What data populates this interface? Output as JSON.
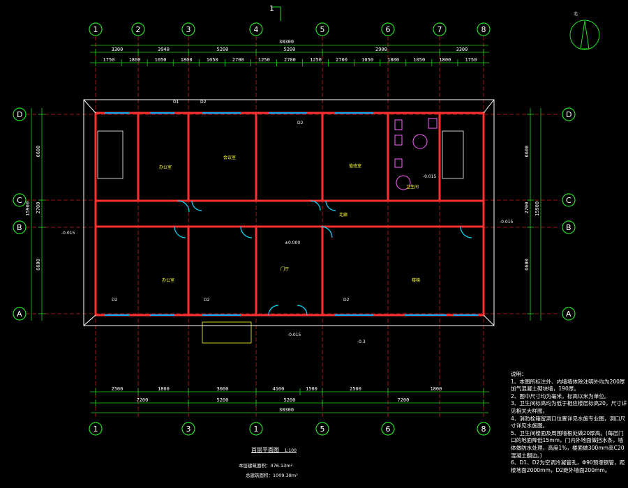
{
  "drawing": {
    "section_marker": "1",
    "north_marker": "北",
    "top_grids": [
      "1",
      "2",
      "3",
      "4",
      "5",
      "6",
      "7",
      "8"
    ],
    "bottom_grids": [
      "1",
      "3",
      "1",
      "5",
      "6",
      "8"
    ],
    "side_grids": [
      "D",
      "C",
      "B",
      "A"
    ],
    "top_dims_1": [
      "3300",
      "3940",
      "5200",
      "5200",
      "2900",
      "3300"
    ],
    "top_total": "38300",
    "top_dims_2": [
      "1750",
      "1800",
      "1050",
      "1800",
      "1050",
      "2700",
      "1250",
      "2700",
      "1250",
      "2700",
      "1050",
      "1800",
      "1050",
      "1800",
      "1750"
    ],
    "left_dims": [
      "6600",
      "2700",
      "6600"
    ],
    "left_total": "15900",
    "bottom_dims_1": [
      "2500",
      "1800",
      "3000",
      "4100",
      "1500",
      "2500",
      "1800"
    ],
    "bottom_dims_2": [
      "7200",
      "5200",
      "5200",
      "7200"
    ],
    "bottom_total": "38300",
    "rooms": [
      "办公室",
      "会议室",
      "走廊",
      "门厅",
      "办公室",
      "值班室",
      "卫生间",
      "楼梯"
    ],
    "labels": {
      "d1": "D1",
      "d2": "D2",
      "elev_0": "±0.000",
      "elev_1": "-0.015",
      "elev_2": "-0.3"
    },
    "title": "首层平面图",
    "scale": "1:100",
    "area_1": "本层建筑面积：476.13m²",
    "area_2": "总建筑面积：1009.38m²"
  },
  "notes": {
    "heading": "说明：",
    "items": [
      "1、本图所标注外、内墙墙体除注明外均为200厚加气混凝土砌块墙，190厚。",
      "2、图中尺寸均为毫米，标高以米为单位。",
      "3、卫生间标高均为低于相应楼层标高20，尺寸详见相关大样图。",
      "4、消防栓箱留洞口位置详见水施专业图，洞口尺寸详见水施图。",
      "5、卫生间楼面及周围墙根处做20厚高。(每层门口的地面降低15mm，门内外地面做挡水条，墙体做防水处理，高度1%，楼面做300mm高C20混凝土翻边。)",
      "6、D1、D2为空调冷凝管孔，Φ90预埋钢管，距楼地面2000mm，D2距外墙面200mm。"
    ]
  },
  "colors": {
    "grid": "#22e022",
    "wall": "#ff3030",
    "door": "#00e0ff",
    "text": "#ffffff",
    "room_text": "#ffff30"
  }
}
